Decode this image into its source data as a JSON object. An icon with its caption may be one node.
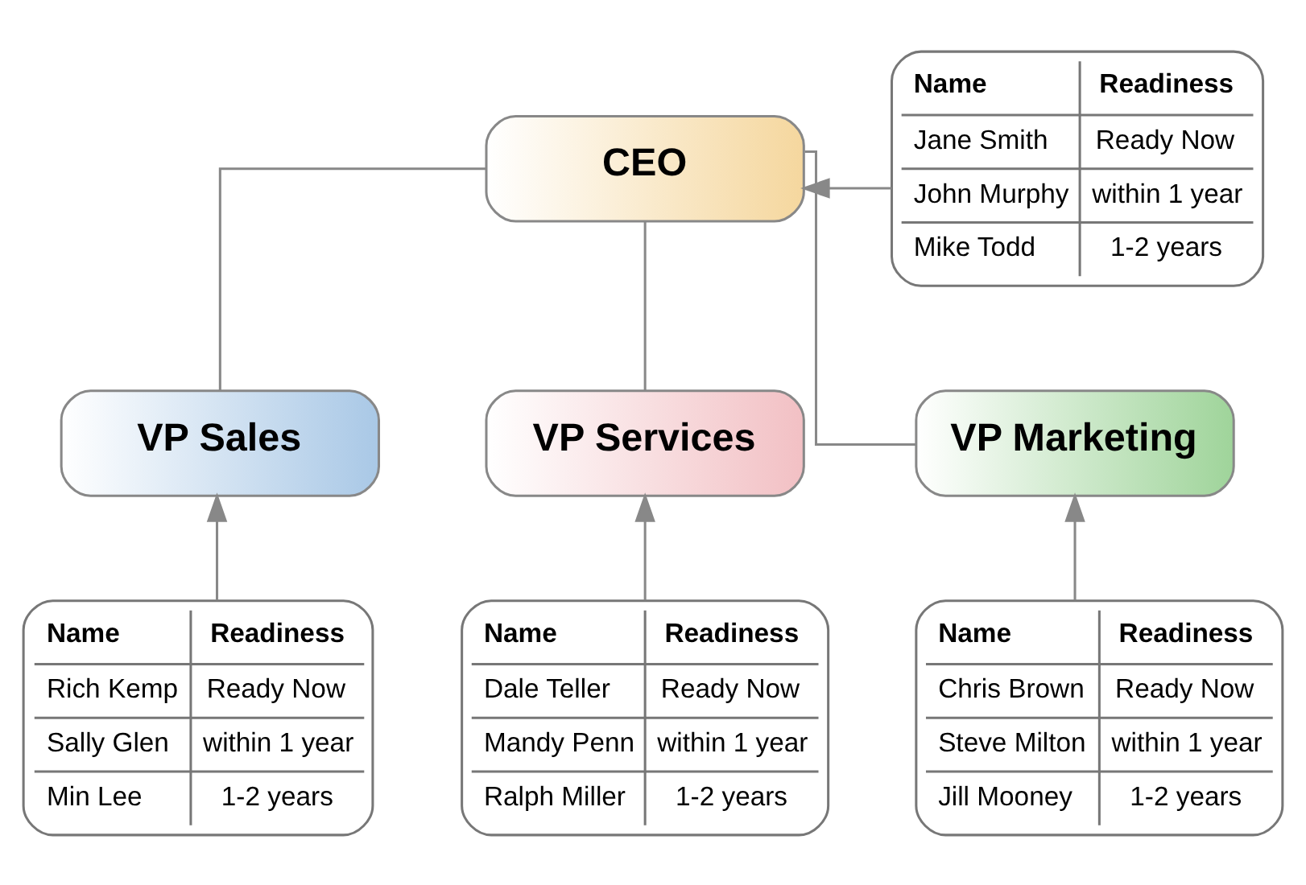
{
  "diagram": {
    "nodes": [
      {
        "text": [
          "CEO"
        ]
      },
      {
        "text": [
          "VP Sales"
        ]
      },
      {
        "text": [
          "VP Services"
        ]
      },
      {
        "text": [
          "VP Marketing"
        ]
      },
      {
        "text": [
          "Name",
          "Readiness",
          "Jane Smith",
          "Ready Now",
          "John Murphy",
          "within 1 year",
          "Mike Todd",
          "1-2 years"
        ]
      },
      {
        "text": [
          "Name",
          "Readiness",
          "Rich Kemp",
          "Ready Now",
          "Sally Glen",
          "within 1 year",
          "Min Lee",
          "1-2 years"
        ]
      },
      {
        "text": [
          "Name",
          "Readiness",
          "Dale Teller",
          "Ready Now",
          "Mandy Penn",
          "within 1 year",
          "Ralph Miller",
          "1-2 years"
        ]
      },
      {
        "text": [
          "Name",
          "Readiness",
          "Chris Brown",
          "Ready Now",
          "Steve Milton",
          "within 1 year",
          "Jill Mooney",
          "1-2 years"
        ]
      }
    ],
    "edges": [
      {
        "from": 0,
        "to": 1,
        "arrow": "none"
      },
      {
        "from": 0,
        "to": 2,
        "arrow": "none"
      },
      {
        "from": 0,
        "to": 3,
        "arrow": "none"
      },
      {
        "from": 4,
        "to": 0,
        "arrow": "to"
      },
      {
        "from": 5,
        "to": 1,
        "arrow": "to"
      },
      {
        "from": 6,
        "to": 2,
        "arrow": "to"
      },
      {
        "from": 7,
        "to": 3,
        "arrow": "to"
      }
    ]
  }
}
